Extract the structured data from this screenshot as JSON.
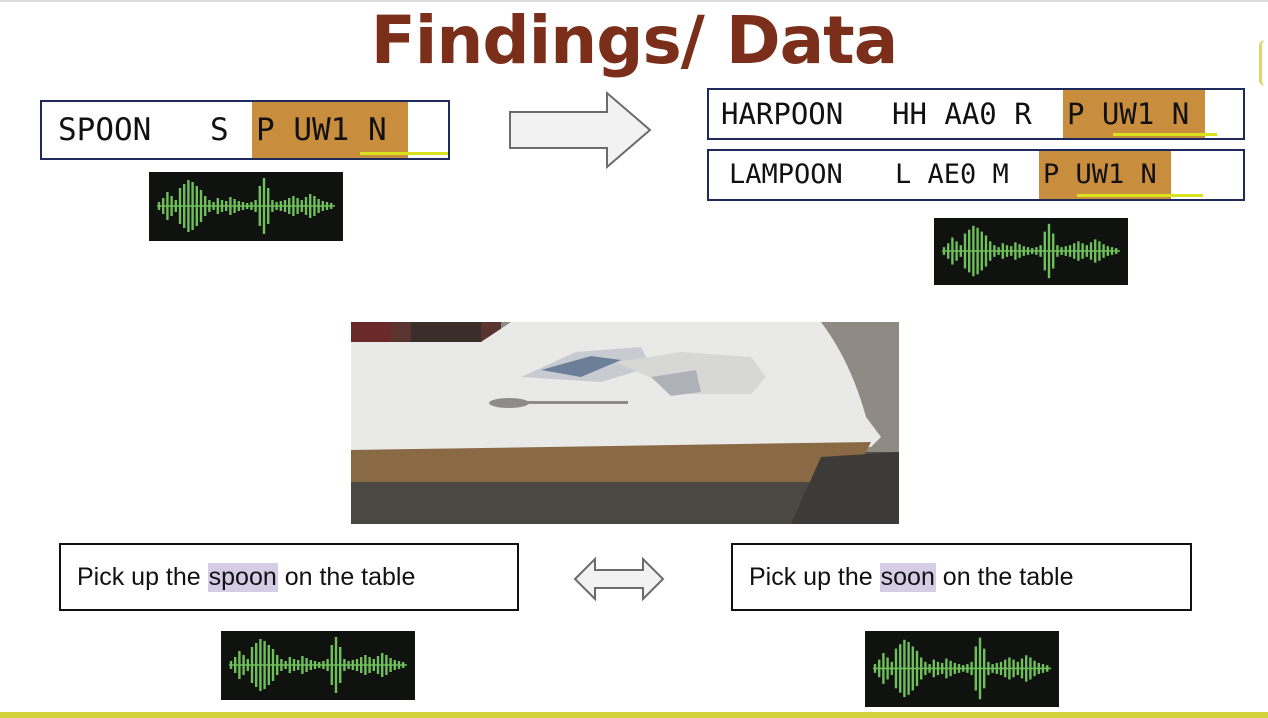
{
  "title": "Findings/ Data",
  "spoon_box": {
    "word": "SPOON",
    "pre": "S",
    "hl": "P UW1 N"
  },
  "harpoon_box": {
    "word": "HARPOON",
    "pre": "HH AA0 R",
    "hl": "P UW1 N"
  },
  "lampoon_box": {
    "word": "LAMPOON",
    "pre": "L AE0 M",
    "hl": "P UW1 N"
  },
  "sentence_left": {
    "before": "Pick up the ",
    "highlight": "spoon",
    "after": " on the table"
  },
  "sentence_right": {
    "before": "Pick up the ",
    "highlight": "soon",
    "after": " on the table"
  },
  "colors": {
    "title": "#7b2e1a",
    "box_border": "#1f2a5c",
    "phoneme_highlight": "#c98d3e",
    "word_highlight": "#d5cde6",
    "waveform": "#6fbf5a",
    "footer": "#d4d23c"
  }
}
